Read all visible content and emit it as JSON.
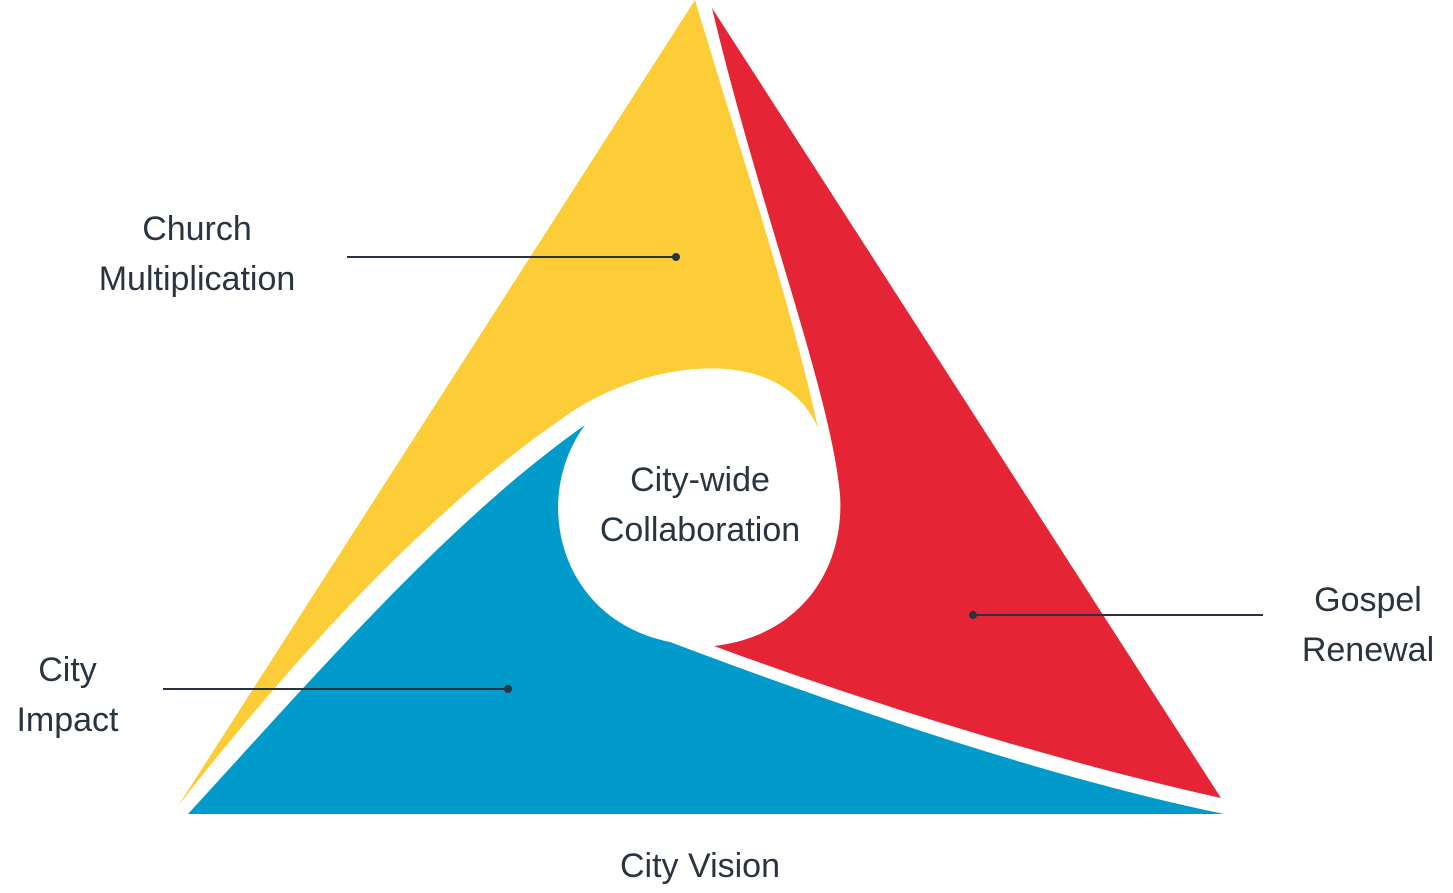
{
  "labels": {
    "church_multiplication": [
      "Church",
      "Multiplication"
    ],
    "gospel_renewal": [
      "Gospel",
      "Renewal"
    ],
    "city_impact": [
      "City",
      "Impact"
    ],
    "center": [
      "City-wide",
      "Collaboration"
    ],
    "base": "City Vision"
  },
  "colors": {
    "yellow": "#FCCD36",
    "red": "#E52535",
    "blue": "#009BCB",
    "leader": "#2a3440",
    "text": "#2a3440"
  }
}
